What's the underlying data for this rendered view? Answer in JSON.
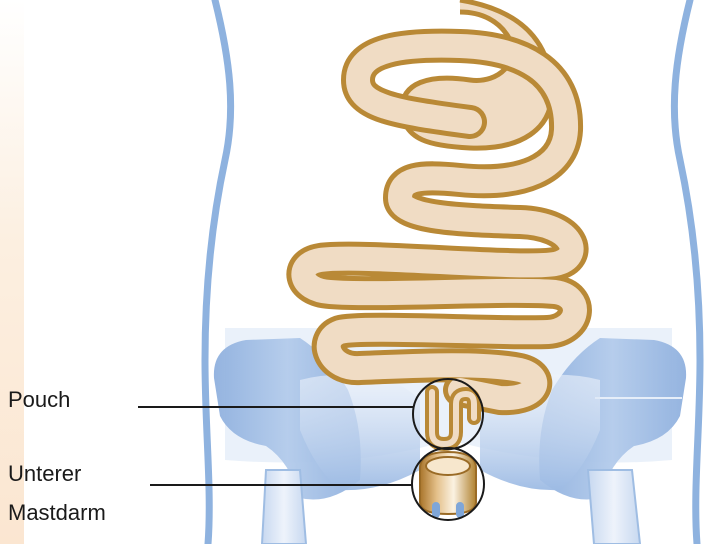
{
  "labels": {
    "pouch": "Pouch",
    "rectum_line1": "Unterer",
    "rectum_line2": "Mastdarm"
  },
  "colors": {
    "background": "#ffffff",
    "left_strip": "#fbe9d6",
    "body_outline": "#8eb2df",
    "pelvis_fill": "#a9c4e8",
    "intestine_fill": "#f0dcc4",
    "intestine_outline": "#b98936",
    "leader_line": "#1a1a1a"
  }
}
